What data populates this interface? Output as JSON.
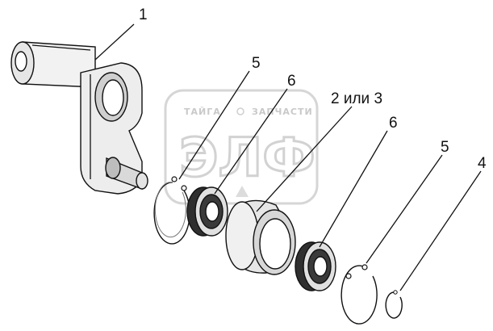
{
  "watermark": {
    "line1_left": "ТАЙГА",
    "line1_right": "ЗАПЧАСТИ",
    "big": "ЭЛФ"
  },
  "callouts": [
    {
      "id": "label-1",
      "text": "1"
    },
    {
      "id": "label-5-top",
      "text": "5"
    },
    {
      "id": "label-6-top",
      "text": "6"
    },
    {
      "id": "label-2-or-3",
      "text": "2 или 3"
    },
    {
      "id": "label-6-right",
      "text": "6"
    },
    {
      "id": "label-5-right",
      "text": "5"
    },
    {
      "id": "label-4",
      "text": "4"
    }
  ],
  "colors": {
    "outline": "#111111",
    "shade": "#bdbdbd",
    "dark": "#3a3a3a",
    "watermark": "#d0d0d0"
  }
}
